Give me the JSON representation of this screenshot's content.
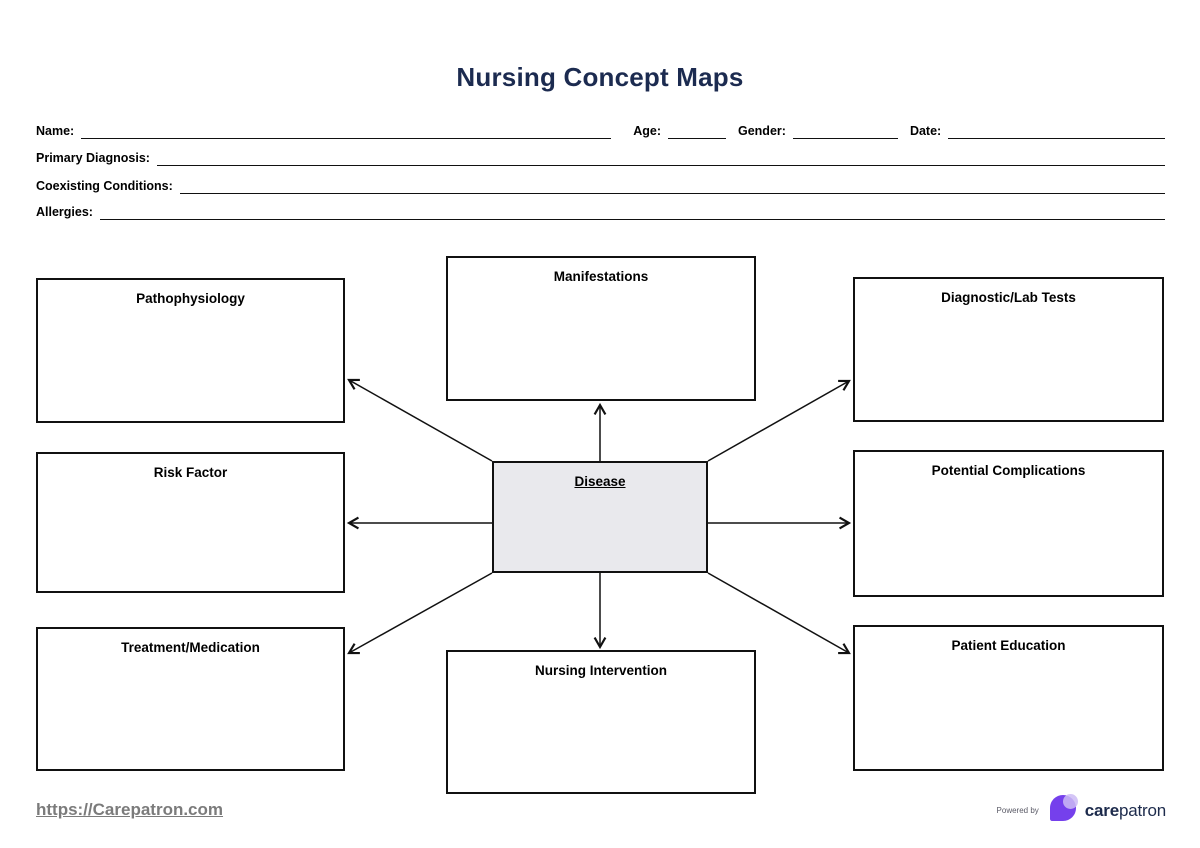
{
  "header": {
    "title": "Nursing Concept Maps"
  },
  "form": {
    "name_label": "Name:",
    "age_label": "Age:",
    "gender_label": "Gender:",
    "date_label": "Date:",
    "primary_diagnosis_label": "Primary Diagnosis:",
    "coexisting_conditions_label": "Coexisting Conditions:",
    "allergies_label": "Allergies:",
    "values": {
      "name": "",
      "age": "",
      "gender": "",
      "date": "",
      "primary_diagnosis": "",
      "coexisting_conditions": "",
      "allergies": ""
    }
  },
  "concept_map": {
    "disease_label": "Disease",
    "pathophysiology_label": "Pathophysiology",
    "risk_factor_label": "Risk Factor",
    "treatment_label": "Treatment/Medication",
    "manifestations_label": "Manifestations",
    "nursing_intervention_label": "Nursing Intervention",
    "diagnostic_label": "Diagnostic/Lab Tests",
    "potential_complications_label": "Potential Complications",
    "patient_education_label": "Patient Education"
  },
  "footer": {
    "link_text": "https://Carepatron.com",
    "powered_by": "Powered by",
    "brand_bold": "care",
    "brand_regular": "patron"
  },
  "colors": {
    "title_navy": "#1c2b50",
    "line_black": "#111111",
    "disease_fill": "#e9e9ed",
    "footer_link_gray": "#7b7b7b",
    "brand_navy": "#1d2b4c",
    "brand_purple": "#7540ec",
    "brand_lavender": "#cdbbf4"
  }
}
